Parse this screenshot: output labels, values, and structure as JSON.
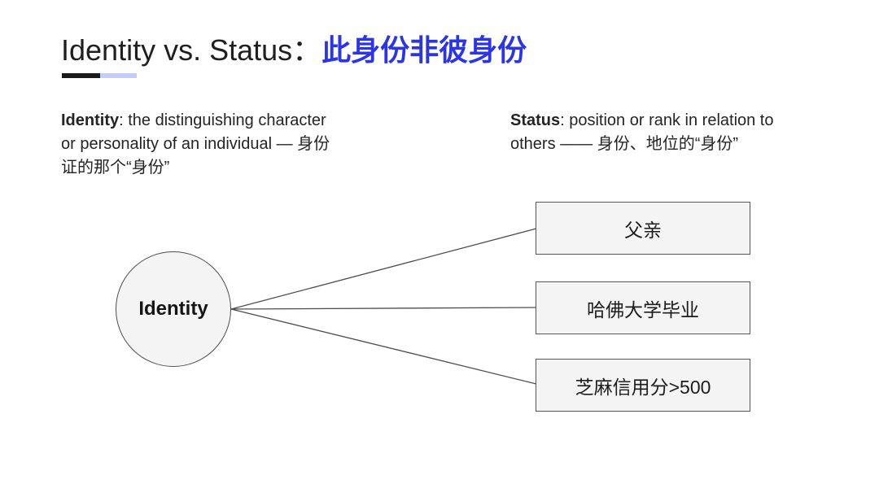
{
  "slide": {
    "title": {
      "en": "Identity vs. Status：",
      "zh": "此身份非彼身份"
    },
    "colors": {
      "accent_blue": "#2b35e5",
      "underline_black": "#1a1a1a",
      "underline_lavender": "#c6ccf6",
      "shape_fill": "#f4f4f4",
      "shape_stroke": "#565656"
    },
    "definitions": {
      "identity": {
        "term": "Identity",
        "line1_rest": ": the distinguishing character",
        "line2": "or personality of an individual — 身份",
        "line3": "证的那个“身份”"
      },
      "status": {
        "term": "Status",
        "line1_rest": ": position or rank in relation to",
        "line2": "others —— 身份、地位的“身份”"
      }
    },
    "diagram": {
      "node_label": "Identity",
      "boxes": [
        {
          "label": "父亲"
        },
        {
          "label": "哈佛大学毕业"
        },
        {
          "label": "芝麻信用分>500"
        }
      ]
    }
  }
}
